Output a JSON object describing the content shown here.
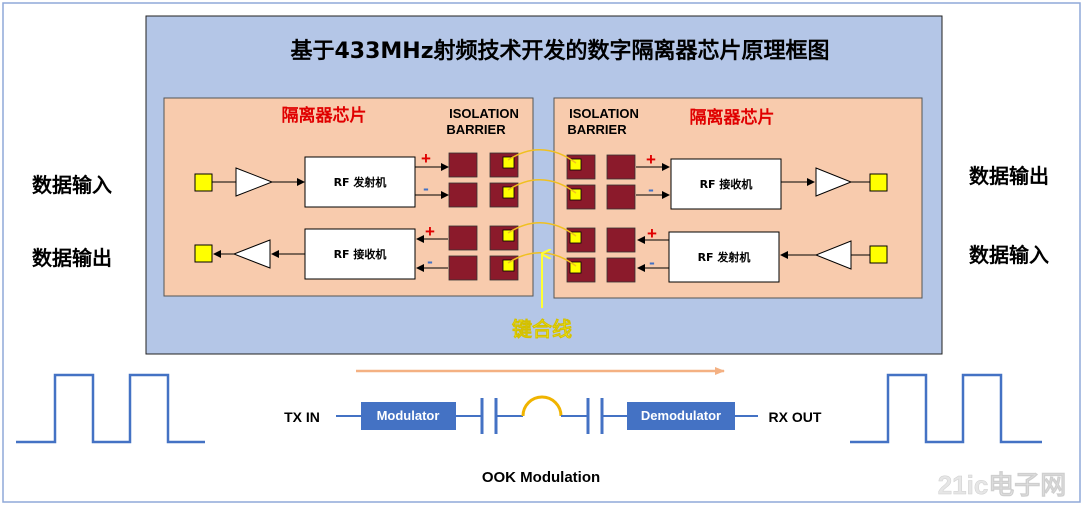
{
  "title": "基于433MHz射频技术开发的数字隔离器芯片原理框图",
  "left_chip": {
    "name": "隔离器芯片",
    "barrier": [
      "ISOLATION",
      "BARRIER"
    ],
    "tx_block": "RF 发射机",
    "rx_block": "RF 接收机"
  },
  "right_chip": {
    "name": "隔离器芯片",
    "barrier": [
      "ISOLATION",
      "BARRIER"
    ],
    "rx_block": "RF 接收机",
    "tx_block": "RF 发射机"
  },
  "pins": {
    "left_top": "数据输入",
    "left_bottom": "数据输出",
    "right_top": "数据输出",
    "right_bottom": "数据输入"
  },
  "polarity": {
    "plus": "+",
    "minus": "-"
  },
  "bond_wire_label": "键合线",
  "ook": {
    "tx_in": "TX IN",
    "modulator": "Modulator",
    "demodulator": "Demodulator",
    "rx_out": "RX OUT",
    "caption": "OOK Modulation"
  },
  "watermark": "21ic电子网",
  "colors": {
    "frame": "#8fa8d8",
    "package": "#b4c6e7",
    "die": "#f8cbad",
    "pad": "#8b1a2b",
    "pin": "#ffff00",
    "accent_red": "#e00000",
    "accent_blue": "#4472c4",
    "bond_label": "#ffff33",
    "bond_wire": "#f0c020",
    "arrow_line": "#f4b183"
  }
}
